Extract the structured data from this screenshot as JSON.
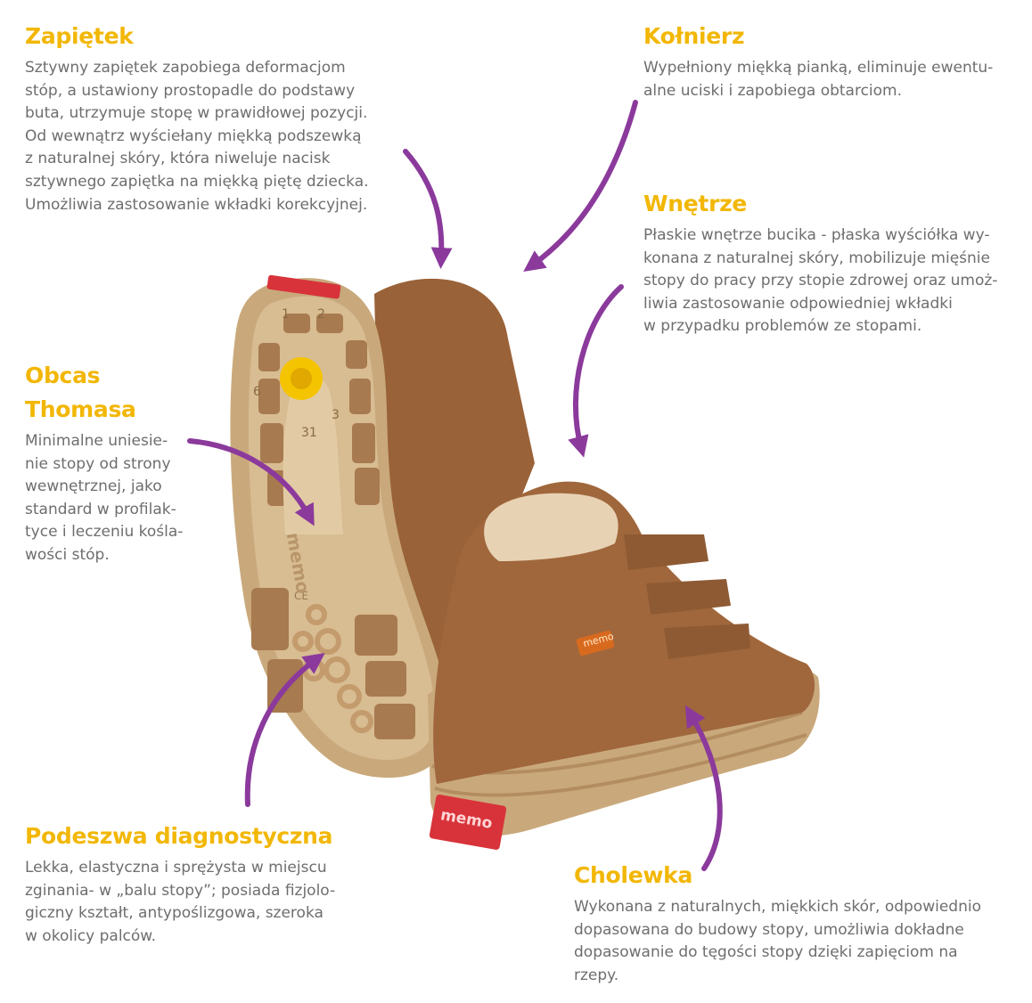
{
  "colors": {
    "heading": "#f2b705",
    "text": "#6e6e6e",
    "arrow": "#8b3a9c",
    "leather": "#a0673c",
    "sole": "#c9a97c",
    "accent_red": "#d8333a",
    "accent_yellow": "#f5c400"
  },
  "callouts": {
    "zapietek": {
      "title": "Zapiętek",
      "lines": [
        "Sztywny zapiętek zapobiega deformacjom",
        "stóp, a ustawiony prostopadle do podstawy",
        "buta, utrzymuje stopę w prawidłowej pozycji.",
        "Od wewnątrz wyściełany miękką podszewką",
        "z naturalnej skóry, która niweluje nacisk",
        "sztywnego zapiętka na miękką piętę dziecka.",
        "Umożliwia zastosowanie wkładki korekcyjnej."
      ]
    },
    "kolnierz": {
      "title": "Kołnierz",
      "lines": [
        "Wypełniony miękką pianką, eliminuje ewentu-",
        "alne uciski i zapobiega obtarciom."
      ]
    },
    "wnetrze": {
      "title": "Wnętrze",
      "lines": [
        "Płaskie wnętrze bucika - płaska wyściółka wy-",
        "konana z naturalnej skóry, mobilizuje mięśnie",
        "stopy do pracy przy stopie zdrowej oraz umoż-",
        "liwia zastosowanie odpowiedniej wkładki",
        "w przypadku problemów ze stopami."
      ]
    },
    "obcas": {
      "title_line1": "Obcas",
      "title_line2": "Thomasa",
      "lines": [
        "Minimalne uniesie-",
        "nie stopy od strony",
        "wewnętrznej, jako",
        "standard w profilak-",
        "tyce i leczeniu kośla-",
        "wości stóp."
      ]
    },
    "podeszwa": {
      "title": "Podeszwa diagnostyczna",
      "lines": [
        "Lekka, elastyczna i sprężysta w miejscu",
        "zginania- w „balu stopy”; posiada fizjolo-",
        "giczny kształt, antypoślizgowa, szeroka",
        "w okolicy palców."
      ]
    },
    "cholewka": {
      "title": "Cholewka",
      "lines": [
        "Wykonana z naturalnych, miękkich skór, odpowiednio",
        "dopasowana do budowy stopy, umożliwia dokładne",
        "dopasowanie do tęgości stopy dzięki zapięciom na",
        "rzepy."
      ]
    }
  },
  "product": {
    "brand_mark": "memo",
    "size_marks": [
      "1",
      "2",
      "3",
      "31",
      "6"
    ],
    "ce_mark": "CE"
  }
}
